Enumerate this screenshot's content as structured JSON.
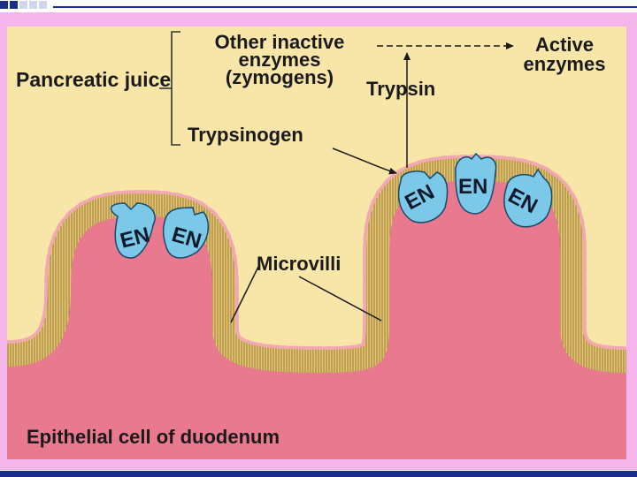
{
  "labels": {
    "pancreatic_juice": "Pancreatic juice",
    "other_inactive_enzymes": "Other inactive enzymes (zymogens)",
    "active_enzymes": "Active enzymes",
    "trypsin": "Trypsin",
    "trypsinogen": "Trypsinogen",
    "microvilli": "Microvilli",
    "epithelial_cell": "Epithelial cell of duodenum"
  },
  "enzyme_label": "EN",
  "colors": {
    "background_panel": "#f8e6a8",
    "frame": "#f4b6ea",
    "cell_body": "#e8798e",
    "membrane_yellow": "#e8c56a",
    "membrane_bead": "#f2a8b0",
    "enzyme": "#7cc8e8",
    "accent_bar": "#1a2f8c"
  }
}
